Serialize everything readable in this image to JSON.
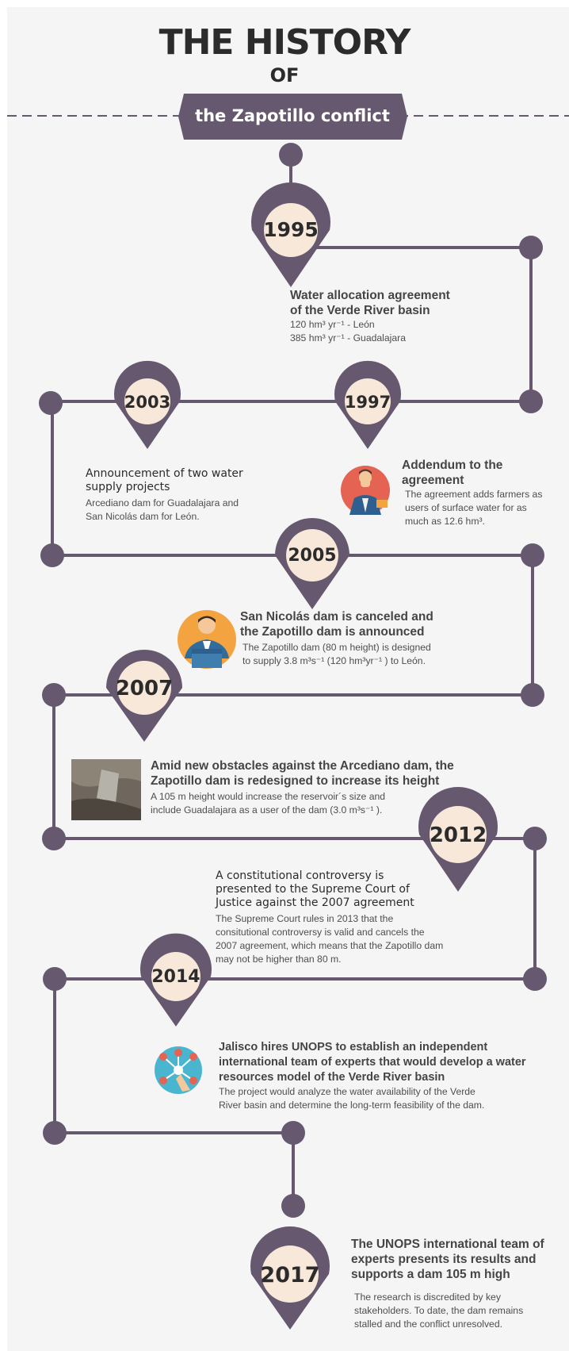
{
  "header": {
    "title_line1": "THE HISTORY",
    "title_line2": "OF",
    "banner": "the Zapotillo conflict"
  },
  "colors": {
    "accent": "#66586e",
    "pin_face": "#f7e8d9",
    "background": "#f5f5f5",
    "heading_text": "#454545",
    "body_text": "#4e4e4e"
  },
  "events": [
    {
      "year": "1995",
      "heading_lines": [
        "Water allocation agreement",
        "of the Verde River basin"
      ],
      "body_lines": [
        "120 hm³ yr⁻¹ - León",
        "385 hm³ yr⁻¹ - Guadalajara"
      ]
    },
    {
      "year": "1997",
      "heading_lines": [
        "Addendum to the",
        "agreement"
      ],
      "body_lines": [
        "The agreement adds farmers as",
        "users of surface water for as",
        "much as 12.6 hm³."
      ],
      "icon": "businessman-icon"
    },
    {
      "year": "2003",
      "heading_lines": [
        "Announcement of two water",
        "supply projects"
      ],
      "body_lines": [
        "Arcediano dam for Guadalajara and",
        "San Nicolás dam for León."
      ]
    },
    {
      "year": "2005",
      "heading_lines": [
        "San Nicolás dam is canceled and",
        "the Zapotillo dam is announced"
      ],
      "body_lines": [
        "The Zapotillo dam (80 m height) is designed",
        "to supply 3.8 m³s⁻¹  (120 hm³yr⁻¹ ) to León."
      ],
      "icon": "speaker-podium-icon"
    },
    {
      "year": "2007",
      "heading_lines": [
        "Amid new obstacles against the Arcediano dam, the",
        "Zapotillo dam is redesigned to increase its height"
      ],
      "body_lines": [
        "A 105 m height would increase the reservoir´s size and",
        "include Guadalajara as a user of the dam (3.0 m³s⁻¹ )."
      ],
      "icon": "dam-photo"
    },
    {
      "year": "2012",
      "heading_lines": [
        "A constitutional controversy is",
        "presented to the Supreme Court of",
        "Justice against the 2007 agreement"
      ],
      "body_lines": [
        "The Supreme Court rules in 2013 that the",
        "consitutional controversy is valid and cancels the",
        "2007 agreement, which means that the Zapotillo dam",
        "may not be higher than 80 m."
      ]
    },
    {
      "year": "2014",
      "heading_lines": [
        "Jalisco hires UNOPS to establish an independent",
        "international team of experts that would develop a water",
        "resources model of the Verde River basin"
      ],
      "body_lines": [
        "The project would analyze the water availability of the Verde",
        "River basin and determine the long-term feasibility of the dam."
      ],
      "icon": "network-hand-icon"
    },
    {
      "year": "2017",
      "heading_lines": [
        "The UNOPS international team of",
        "experts presents its results and",
        "supports a dam 105 m high"
      ],
      "body_lines": [
        "The research is discredited by key",
        "stakeholders. To date, the dam remains",
        "stalled and the conflict unresolved."
      ]
    }
  ]
}
